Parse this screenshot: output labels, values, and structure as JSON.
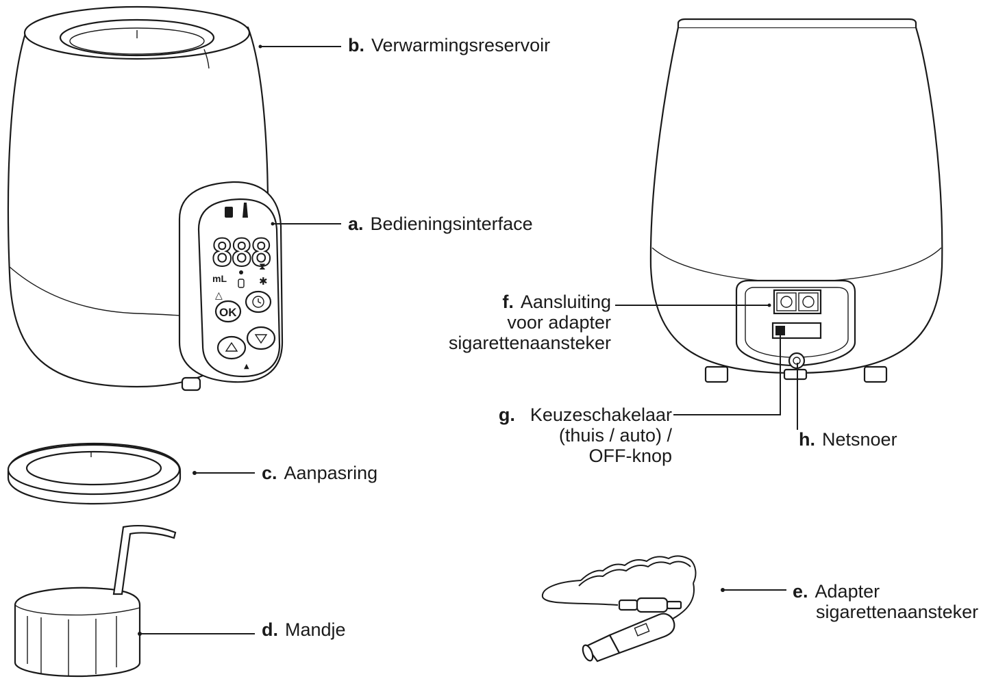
{
  "labels": {
    "b": {
      "letter": "b.",
      "text": "Verwarmingsreservoir"
    },
    "a": {
      "letter": "a.",
      "text": "Bedieningsinterface"
    },
    "c": {
      "letter": "c.",
      "text": "Aanpasring"
    },
    "d": {
      "letter": "d.",
      "text": "Mandje"
    },
    "e": {
      "letter": "e.",
      "line1": "Adapter",
      "line2": "sigarettenaansteker"
    },
    "f": {
      "letter": "f.",
      "line1": "Aansluiting",
      "line2": "voor adapter",
      "line3": "sigarettenaansteker"
    },
    "g": {
      "letter": "g.",
      "line1": "Keuzeschakelaar",
      "line2": "(thuis / auto) /",
      "line3": "OFF-knop"
    },
    "h": {
      "letter": "h.",
      "text": "Netsnoer"
    }
  },
  "panel": {
    "digits": "888",
    "unit": "mL",
    "ok_label": "OK"
  },
  "colors": {
    "line": "#1a1a1a",
    "background": "#ffffff"
  }
}
